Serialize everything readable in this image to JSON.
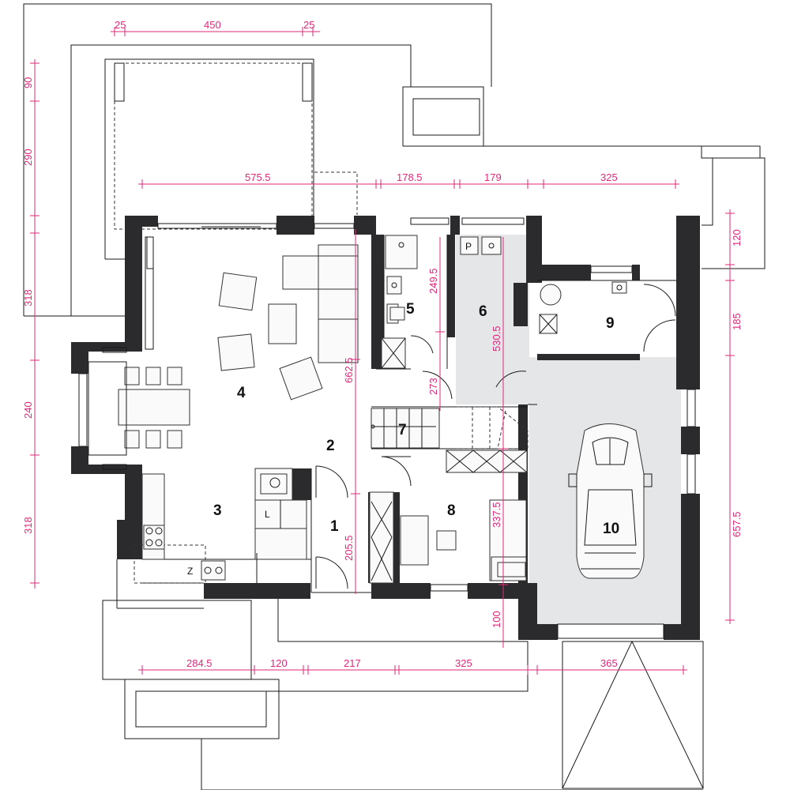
{
  "dimensions": {
    "top": [
      "25",
      "450",
      "25"
    ],
    "top_row2": [
      "575.5",
      "178.5",
      "179",
      "325"
    ],
    "left": [
      "90",
      "290",
      "318",
      "240",
      "318"
    ],
    "right": [
      "120",
      "185",
      "657.5"
    ],
    "bottom": [
      "284.5",
      "120",
      "217",
      "325",
      "365"
    ],
    "interior": [
      "662.5",
      "249.5",
      "530.5",
      "273",
      "205.5",
      "337.5",
      "100"
    ]
  },
  "rooms": [
    "1",
    "2",
    "3",
    "4",
    "5",
    "6",
    "7",
    "8",
    "9",
    "10"
  ],
  "fixture_labels": {
    "p": "P",
    "z": "Z",
    "l": "L"
  },
  "colors": {
    "dimension": "#e0287a",
    "wall": "#2b2b2d",
    "utility_floor": "#e4e6e8"
  },
  "icons": [
    "car-icon",
    "staircase-icon",
    "stove-icon",
    "sink-icon",
    "toilet-icon",
    "shower-icon",
    "boiler-icon"
  ]
}
